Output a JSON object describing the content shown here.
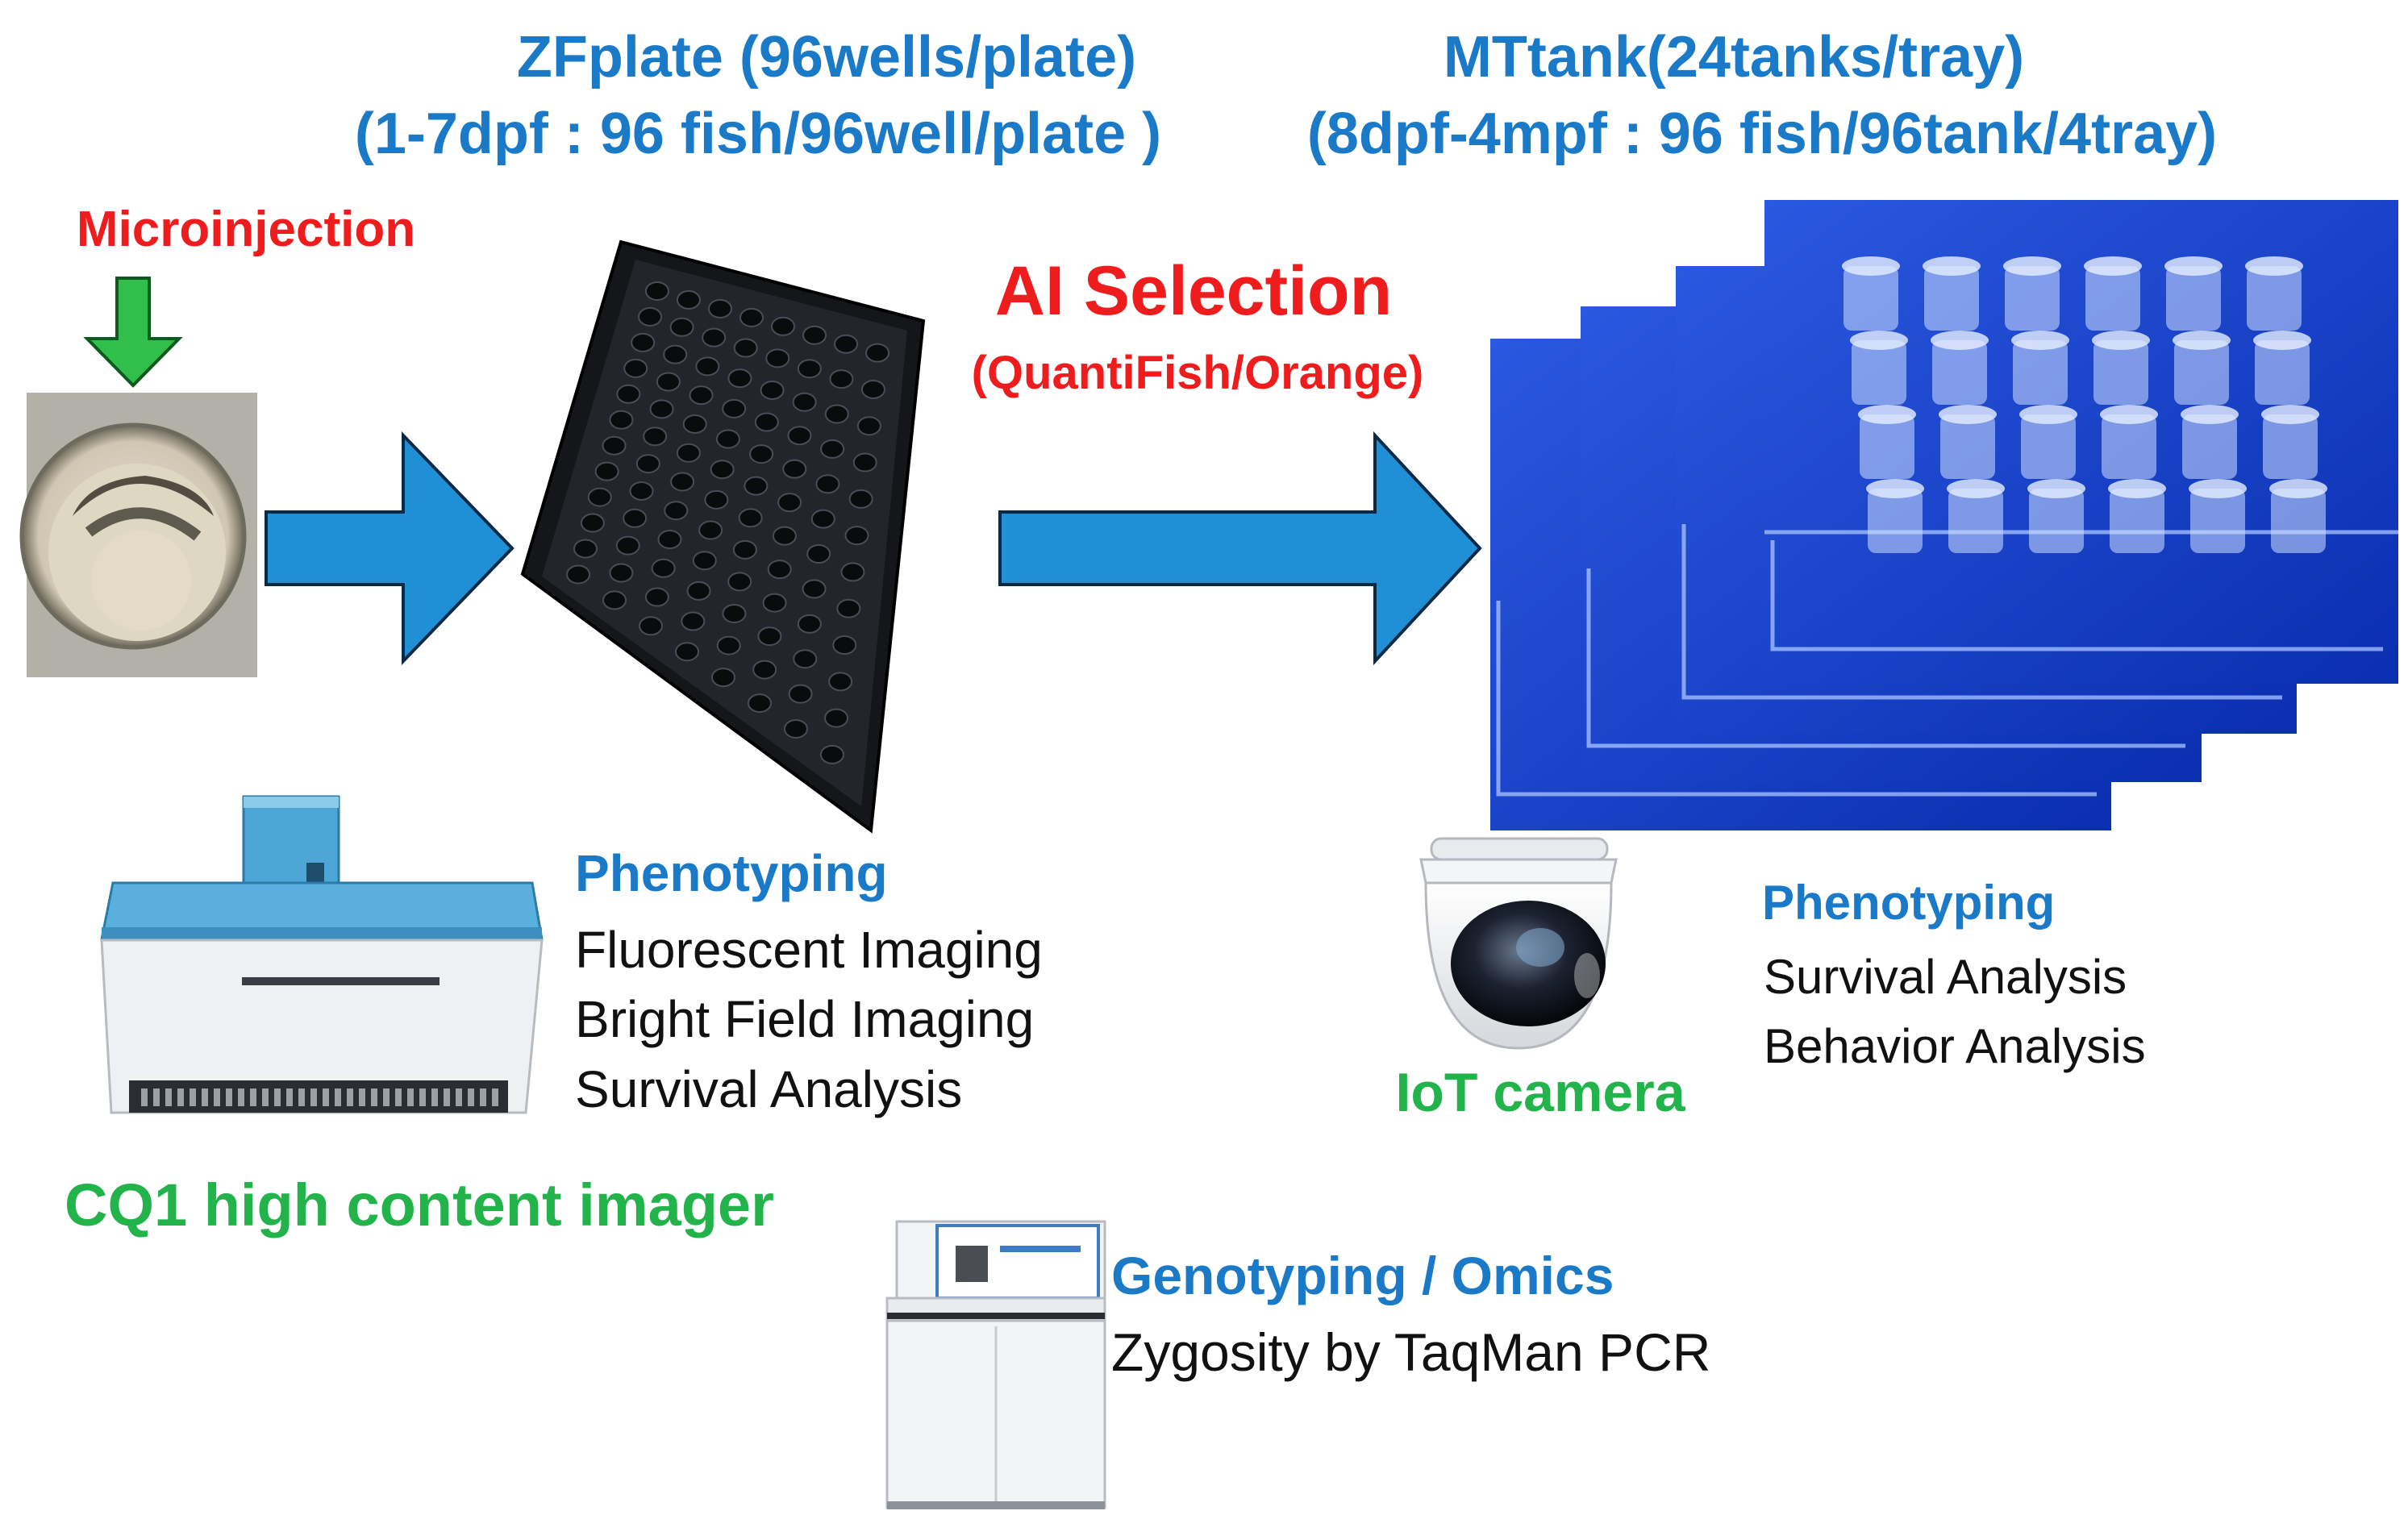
{
  "colors": {
    "title_blue": "#1a7ac8",
    "heading_blue": "#1a7ac8",
    "accent_red": "#ee1c1c",
    "accent_green": "#22b34a",
    "arrow_blue": "#1f8fd6",
    "arrow_outline": "#0a2a44",
    "text_black": "#111111"
  },
  "zfplate": {
    "title": "ZFplate (96wells/plate)",
    "subtitle": "(1-7dpf : 96 fish/96well/plate )"
  },
  "mttank": {
    "title": "MTtank(24tanks/tray)",
    "subtitle": "(8dpf-4mpf : 96 fish/96tank/4tray)"
  },
  "microinjection": {
    "label": "Microinjection"
  },
  "ai_selection": {
    "title": "AI Selection",
    "subtitle": "(QuantiFish/Orange)"
  },
  "cq1": {
    "label": "CQ1 high content imager",
    "heading": "Phenotyping",
    "items": [
      "Fluorescent Imaging",
      "Bright Field Imaging",
      "Survival Analysis"
    ]
  },
  "iot": {
    "label": "IoT camera",
    "heading": "Phenotyping",
    "items": [
      "Survival Analysis",
      "Behavior Analysis"
    ]
  },
  "genotyping": {
    "heading": "Genotyping / Omics",
    "items": [
      "Zygosity by TaqMan PCR"
    ]
  },
  "icons": {
    "embryo": "zebrafish-embryo-photo",
    "plate": "96-well-plate-photo",
    "tanks": "tank-tray-stack-photo",
    "imager": "high-content-imager-photo",
    "camera": "dome-camera-photo",
    "pcr": "pcr-instrument-photo",
    "arrow_down": "green-down-arrow-icon",
    "arrow_right": "blue-right-arrow-icon"
  }
}
